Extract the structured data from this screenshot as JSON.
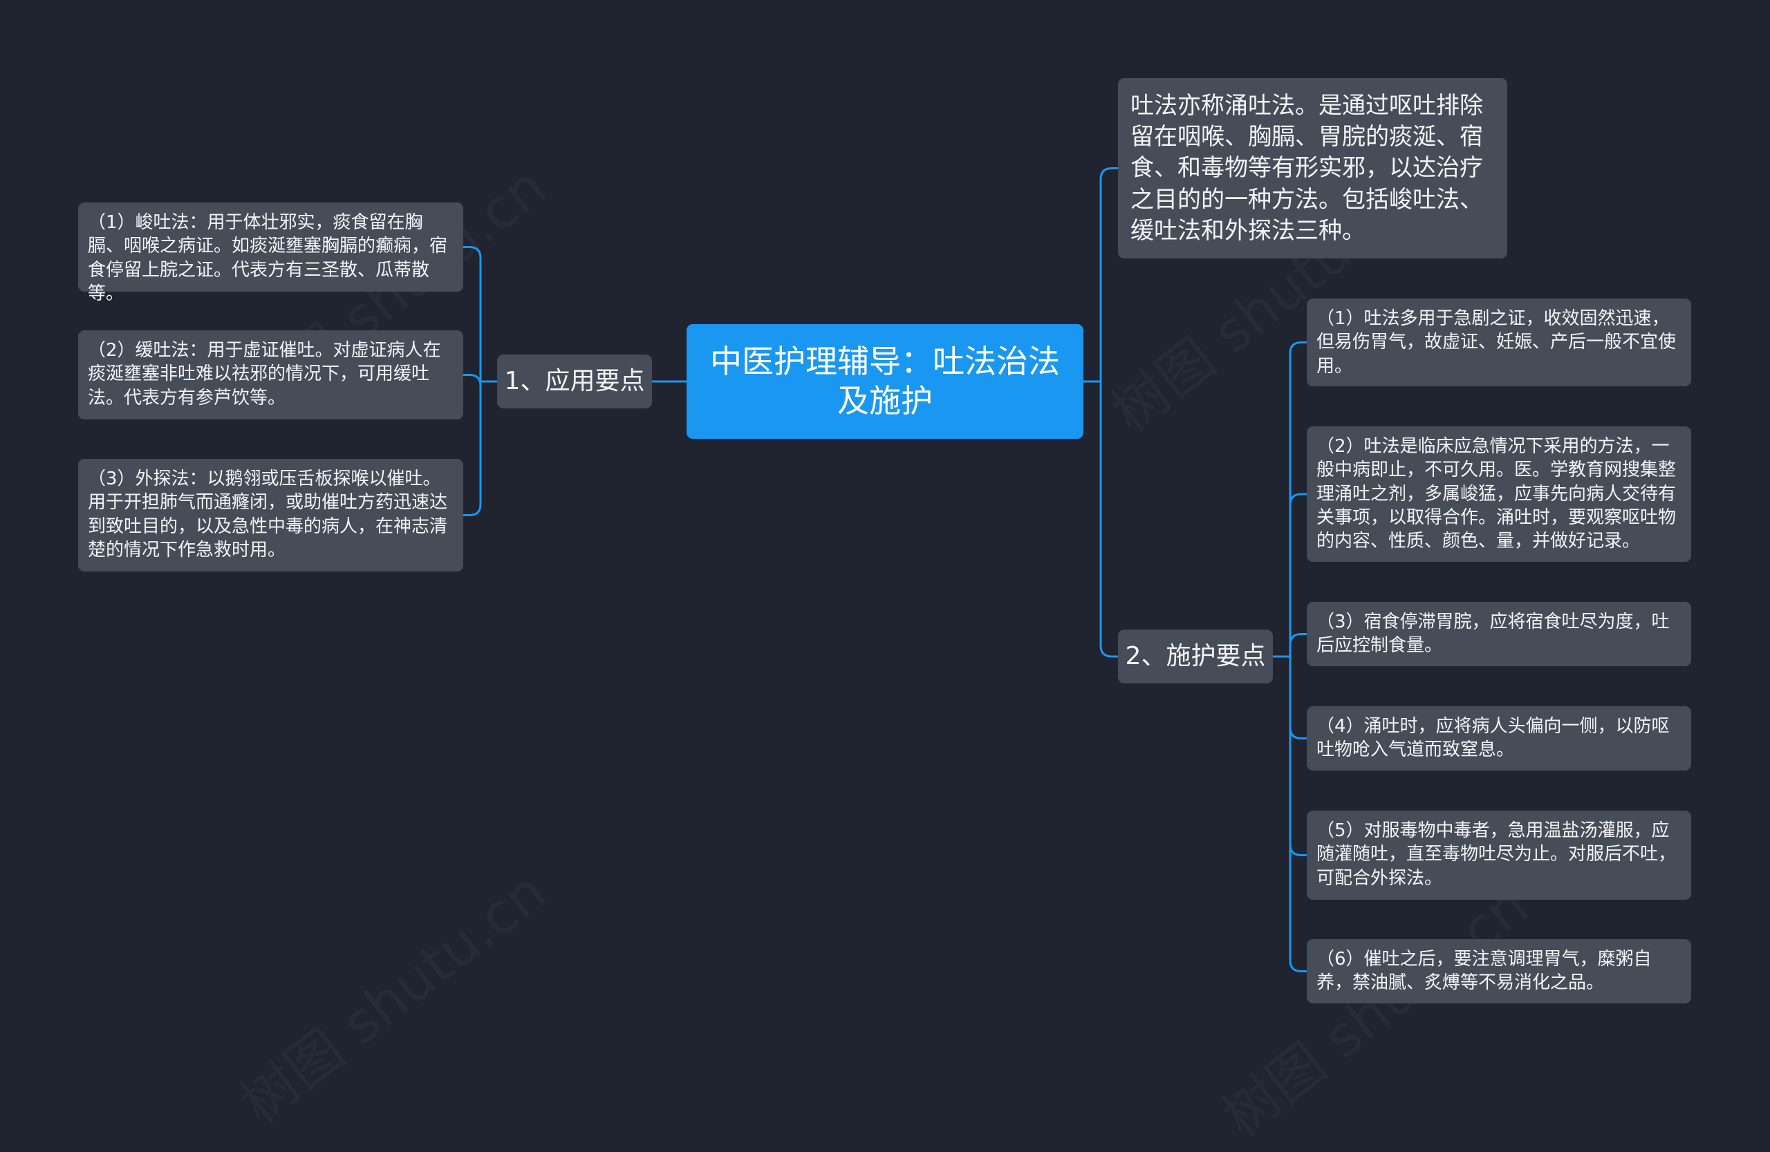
{
  "root": {
    "title": "中医护理辅导：吐法治法及施护"
  },
  "branches": [
    {
      "label": "1、应用要点",
      "items": [
        "（1）峻吐法：用于体壮邪实，痰食留在胸膈、咽喉之病证。如痰涎壅塞胸膈的癫痫，宿食停留上脘之证。代表方有三圣散、瓜蒂散等。",
        "（2）缓吐法：用于虚证催吐。对虚证病人在痰涎壅塞非吐难以祛邪的情况下，可用缓吐法。代表方有参芦饮等。",
        "（3）外探法：以鹅翎或压舌板探喉以催吐。用于开担肺气而通癃闭，或助催吐方药迅速达到致吐目的，以及急性中毒的病人，在神志清楚的情况下作急救时用。"
      ]
    },
    {
      "label": "2、施护要点",
      "items": [
        "（1）吐法多用于急剧之证，收效固然迅速，但易伤胃气，故虚证、妊娠、产后一般不宜使用。",
        "（2）吐法是临床应急情况下采用的方法，一般中病即止，不可久用。医。学教育网搜集整理涌吐之剂，多属峻猛，应事先向病人交待有关事项，以取得合作。涌吐时，要观察呕吐物的内容、性质、颜色、量，并做好记录。",
        "（3）宿食停滞胃脘，应将宿食吐尽为度，吐后应控制食量。",
        "（4）涌吐时，应将病人头偏向一侧，以防呕吐物呛入气道而致窒息。",
        "（5）对服毒物中毒者，急用温盐汤灌服，应随灌随吐，直至毒物吐尽为止。对服后不吐，可配合外探法。",
        "（6）催吐之后，要注意调理胃气，糜粥自养，禁油腻、炙煿等不易消化之品。"
      ]
    }
  ],
  "intro": "吐法亦称涌吐法。是通过呕吐排除留在咽喉、胸膈、胃脘的痰涎、宿食、和毒物等有形实邪，以达治疗之目的的一种方法。包括峻吐法、缓吐法和外探法三种。",
  "watermark": "树图 shutu.cn",
  "colors": {
    "background": "#1f2430",
    "root": "#1a97f0",
    "node": "#474c59",
    "connector": "#1a97f0"
  }
}
